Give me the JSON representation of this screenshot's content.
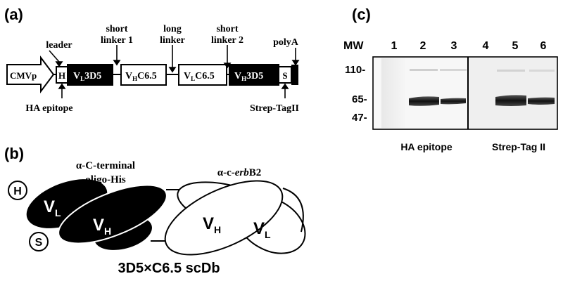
{
  "panel_a": {
    "label": "(a)",
    "promoter": "CMVp",
    "callouts": {
      "leader": "leader",
      "short_linker_1": [
        "short",
        "linker 1"
      ],
      "long_linker": [
        "long",
        "linker"
      ],
      "short_linker_2": [
        "short",
        "linker 2"
      ],
      "polyA": "polyA",
      "ha_epitope": "HA epitope",
      "strep_tag": "Strep-TagII"
    },
    "segments": {
      "h": "H",
      "vl_3d5": {
        "v": "V",
        "sub": "L",
        "rest": "3D5"
      },
      "vh_c65": {
        "v": "V",
        "sub": "H",
        "rest": "C6.5"
      },
      "vl_c65": {
        "v": "V",
        "sub": "L",
        "rest": "C6.5"
      },
      "vh_3d5": {
        "v": "V",
        "sub": "H",
        "rest": "3D5"
      },
      "s": "S"
    }
  },
  "panel_b": {
    "label": "(b)",
    "left_title": [
      "α-C-terminal",
      "oligo-His"
    ],
    "right_title_prefix": "α-c-",
    "right_title_italic": "erb",
    "right_title_suffix": "B2",
    "circle_h": "H",
    "circle_s": "S",
    "left_vl": {
      "v": "V",
      "sub": "L"
    },
    "left_vh": {
      "v": "V",
      "sub": "H"
    },
    "right_vh": {
      "v": "V",
      "sub": "H"
    },
    "right_vl": {
      "v": "V",
      "sub": "L"
    },
    "caption": "3D5×C6.5 scDb"
  },
  "panel_c": {
    "label": "(c)",
    "mw_label": "MW",
    "lanes": [
      "1",
      "2",
      "3",
      "4",
      "5",
      "6"
    ],
    "mw_markers": [
      "110-",
      "65-",
      "47-"
    ],
    "blot_labels": [
      "HA epitope",
      "Strep-Tag II"
    ]
  },
  "colors": {
    "fill_dark": "#000000",
    "fill_light": "#ffffff",
    "blot_bg": "#f7f7f7",
    "band": "#222222"
  }
}
